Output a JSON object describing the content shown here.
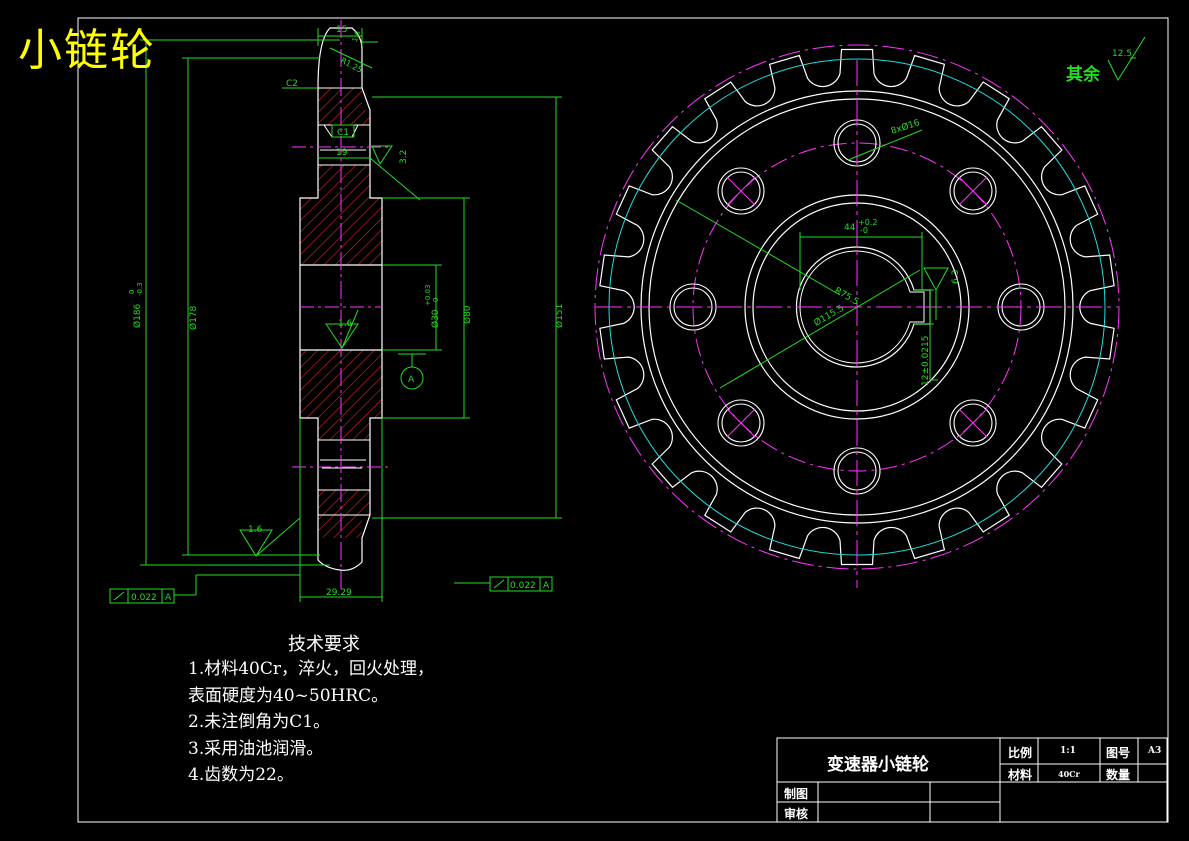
{
  "title": "小链轮",
  "rest_roughness": {
    "label": "其余",
    "value": "12.5"
  },
  "section_view": {
    "dims": {
      "top_width": "15",
      "top_small": "1.6",
      "top_radius": "R1.25",
      "chamfer_c2": "C2",
      "chamfer_c1": "C1",
      "groove_width": "19",
      "roughness_32": "3.2",
      "roughness_16_inner": "1.6",
      "roughness_16_bottom": "1.6",
      "dia_outer": "Ø186",
      "dia_outer_tol_upper": "0",
      "dia_outer_tol_lower": "-0.3",
      "dia_178": "Ø178",
      "dia_151": "Ø151",
      "dia_80": "Ø80",
      "dia_bore": "Ø30",
      "dia_bore_tol_upper": "+0.03",
      "dia_bore_tol_lower": "0",
      "datum": "A",
      "hub_width": "29.29"
    },
    "tolerance_frames": [
      {
        "symbol": "↗",
        "value": "0.022",
        "datum": "A"
      },
      {
        "symbol": "↗",
        "value": "0.022",
        "datum": "A"
      }
    ]
  },
  "front_view": {
    "dims": {
      "holes": "8xØ16",
      "keyway_width": "44",
      "keyway_tol_upper": "+0.2",
      "keyway_tol_lower": "-0",
      "radius": "R75.5",
      "dia_115": "Ø115.5",
      "roughness_63": "6.3",
      "key_depth": "12±0.0215"
    },
    "teeth": 22,
    "bolt_holes": 8
  },
  "tech_requirements": {
    "heading": "技术要求",
    "lines": [
      "1.材料40Cr，淬火，回火处理，",
      "表面硬度为40~50HRC。",
      "2.未注倒角为C1。",
      "3.采用油池润滑。",
      "4.齿数为22。"
    ]
  },
  "title_block": {
    "part_name": "变速器小链轮",
    "scale_label": "比例",
    "scale_value": "1:1",
    "drawing_no_label": "图号",
    "drawing_no_value": "A3",
    "material_label": "材料",
    "material_value": "40Cr",
    "quantity_label": "数量",
    "drafter_label": "制图",
    "reviewer_label": "审核"
  },
  "colors": {
    "background": "#000000",
    "outline": "#ffffff",
    "dimension": "#22dd22",
    "hatch": "#cc2222",
    "center_line": "#ff33ff",
    "pitch_circle": "#22dddd",
    "title": "#ffff00"
  }
}
